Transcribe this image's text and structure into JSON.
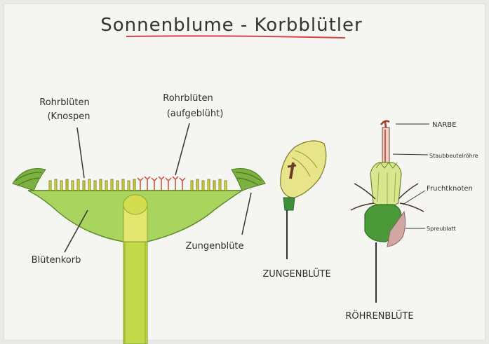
{
  "title": "Sonnenblume - Korbblütler",
  "colors": {
    "underline": "#d64545",
    "stem": "#bcd63c",
    "leaf_green": "#6aa637",
    "receptacle": "#a8d45a",
    "petal_red": "#c94b3a",
    "bud_yellow": "#e3d447",
    "ink": "#2e2e2e"
  },
  "labels": {
    "rohrblueten_knospen_line1": "Rohrblüten",
    "rohrblueten_knospen_line2": "(Knospen",
    "rohrblueten_aufgebluht_line1": "Rohrblüten",
    "rohrblueten_aufgebluht_line2": "(aufgeblüht)",
    "bluetenkorb": "Blütenkorb",
    "zungenbluete_small": "Zungenblüte",
    "zungenbluete_caption": "ZUNGENBLÜTE",
    "roehrenbluete_caption": "RÖHRENBLÜTE",
    "narbe": "NARBE",
    "staubbeutelroehre": "Staubbeutelröhre",
    "fruchtknoten": "Fruchtknoten",
    "spreublatt": "Spreublatt"
  }
}
